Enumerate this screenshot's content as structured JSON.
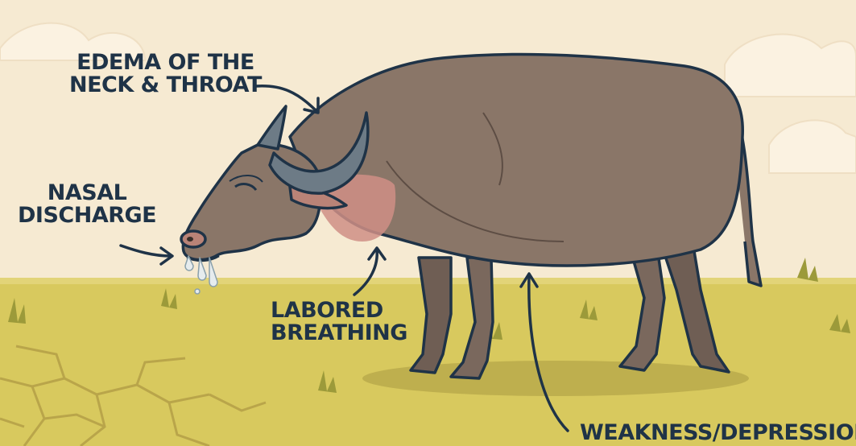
{
  "symptoms": {
    "edema": {
      "line1": "EDEMA OF THE",
      "line2": "NECK & THROAT"
    },
    "nasal": {
      "line1": "NASAL",
      "line2": "DISCHARGE"
    },
    "breathing": {
      "line1": "LABORED",
      "line2": "BREATHING"
    },
    "weakness": {
      "line1": "WEAKNESS/DEPRESSION"
    }
  },
  "colors": {
    "sky": "#f6ead2",
    "ground": "#d8c95e",
    "buffalo_body": "#8a7668",
    "buffalo_outline": "#1f3347",
    "horn": "#6d7b86",
    "swelling": "#cf8f86",
    "text": "#1f3347"
  },
  "icons": [
    "water-buffalo-illustration",
    "cloud-icon",
    "grass-tuft-icon",
    "cracked-ground",
    "arrow-icon"
  ]
}
